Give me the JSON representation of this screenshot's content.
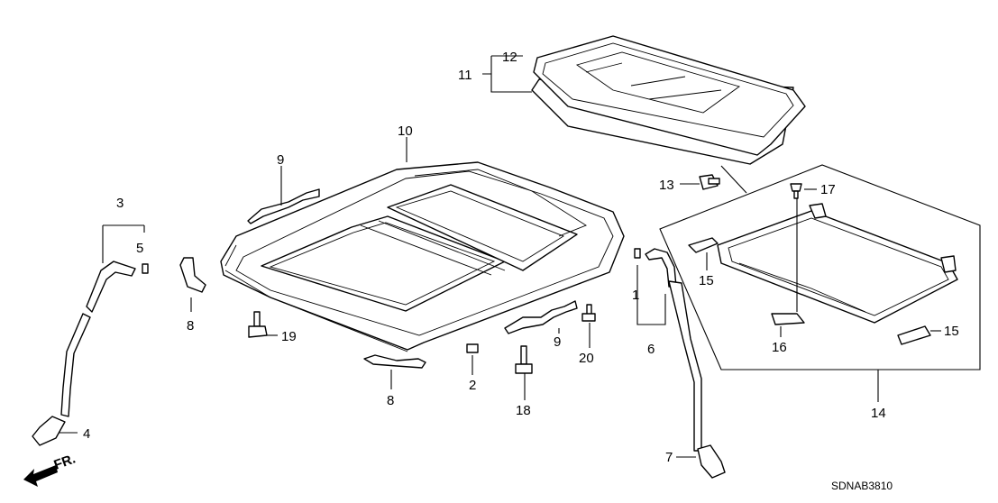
{
  "callouts": [
    "1",
    "2",
    "3",
    "4",
    "5",
    "6",
    "7",
    "8",
    "8",
    "9",
    "9",
    "10",
    "11",
    "12",
    "13",
    "14",
    "15",
    "15",
    "16",
    "17",
    "18",
    "19",
    "20"
  ],
  "front_label": "FR.",
  "diagram_code": "SDNAB3810"
}
